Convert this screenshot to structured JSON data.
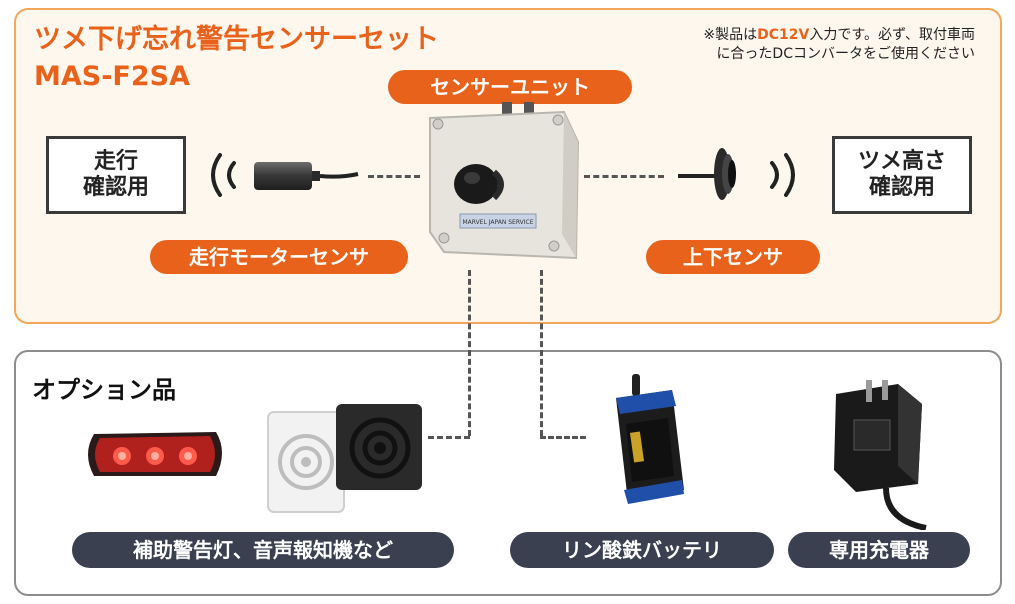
{
  "header": {
    "title": "ツメ下げ忘れ警告センサーセット",
    "model": "MAS-F2SA",
    "note_prefix": "※製品は",
    "note_highlight": "DC12V",
    "note_suffix": "入力です。必ず、取付車両",
    "note_line2": "に合ったDCコンバータをご使用ください"
  },
  "labels": {
    "sensor_unit": "センサーユニット",
    "travel_motor_sensor": "走行モーターセンサ",
    "updown_sensor": "上下センサ",
    "travel_check": [
      "走行",
      "確認用"
    ],
    "claw_height_check": [
      "ツメ高さ",
      "確認用"
    ],
    "sensor_unit_plate": "MARVEL JAPAN SERVICE"
  },
  "options": {
    "title": "オプション品",
    "warning_devices": "補助警告灯、音声報知機など",
    "battery": "リン酸鉄バッテリ",
    "charger": "専用充電器"
  },
  "colors": {
    "accent": "#e8621b",
    "pill_dark": "#3a4050",
    "top_border": "#f2a65a"
  }
}
